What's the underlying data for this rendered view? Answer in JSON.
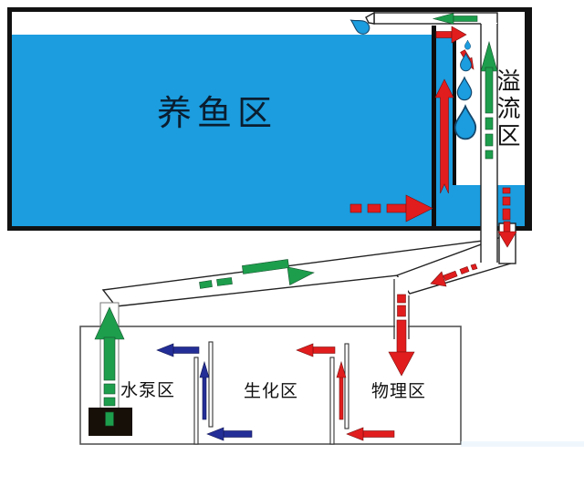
{
  "diagram": {
    "areas": {
      "fish": "养鱼区",
      "overflow": "溢流区",
      "pump": "水泵区",
      "bio": "生化区",
      "physical": "物理区"
    },
    "colors": {
      "water": "#1b9ddf",
      "return_arrow": "#1d9e4d",
      "drain_arrow": "#e11d1d",
      "sump_arrow": "#242e97",
      "pump_body": "#171008"
    }
  }
}
